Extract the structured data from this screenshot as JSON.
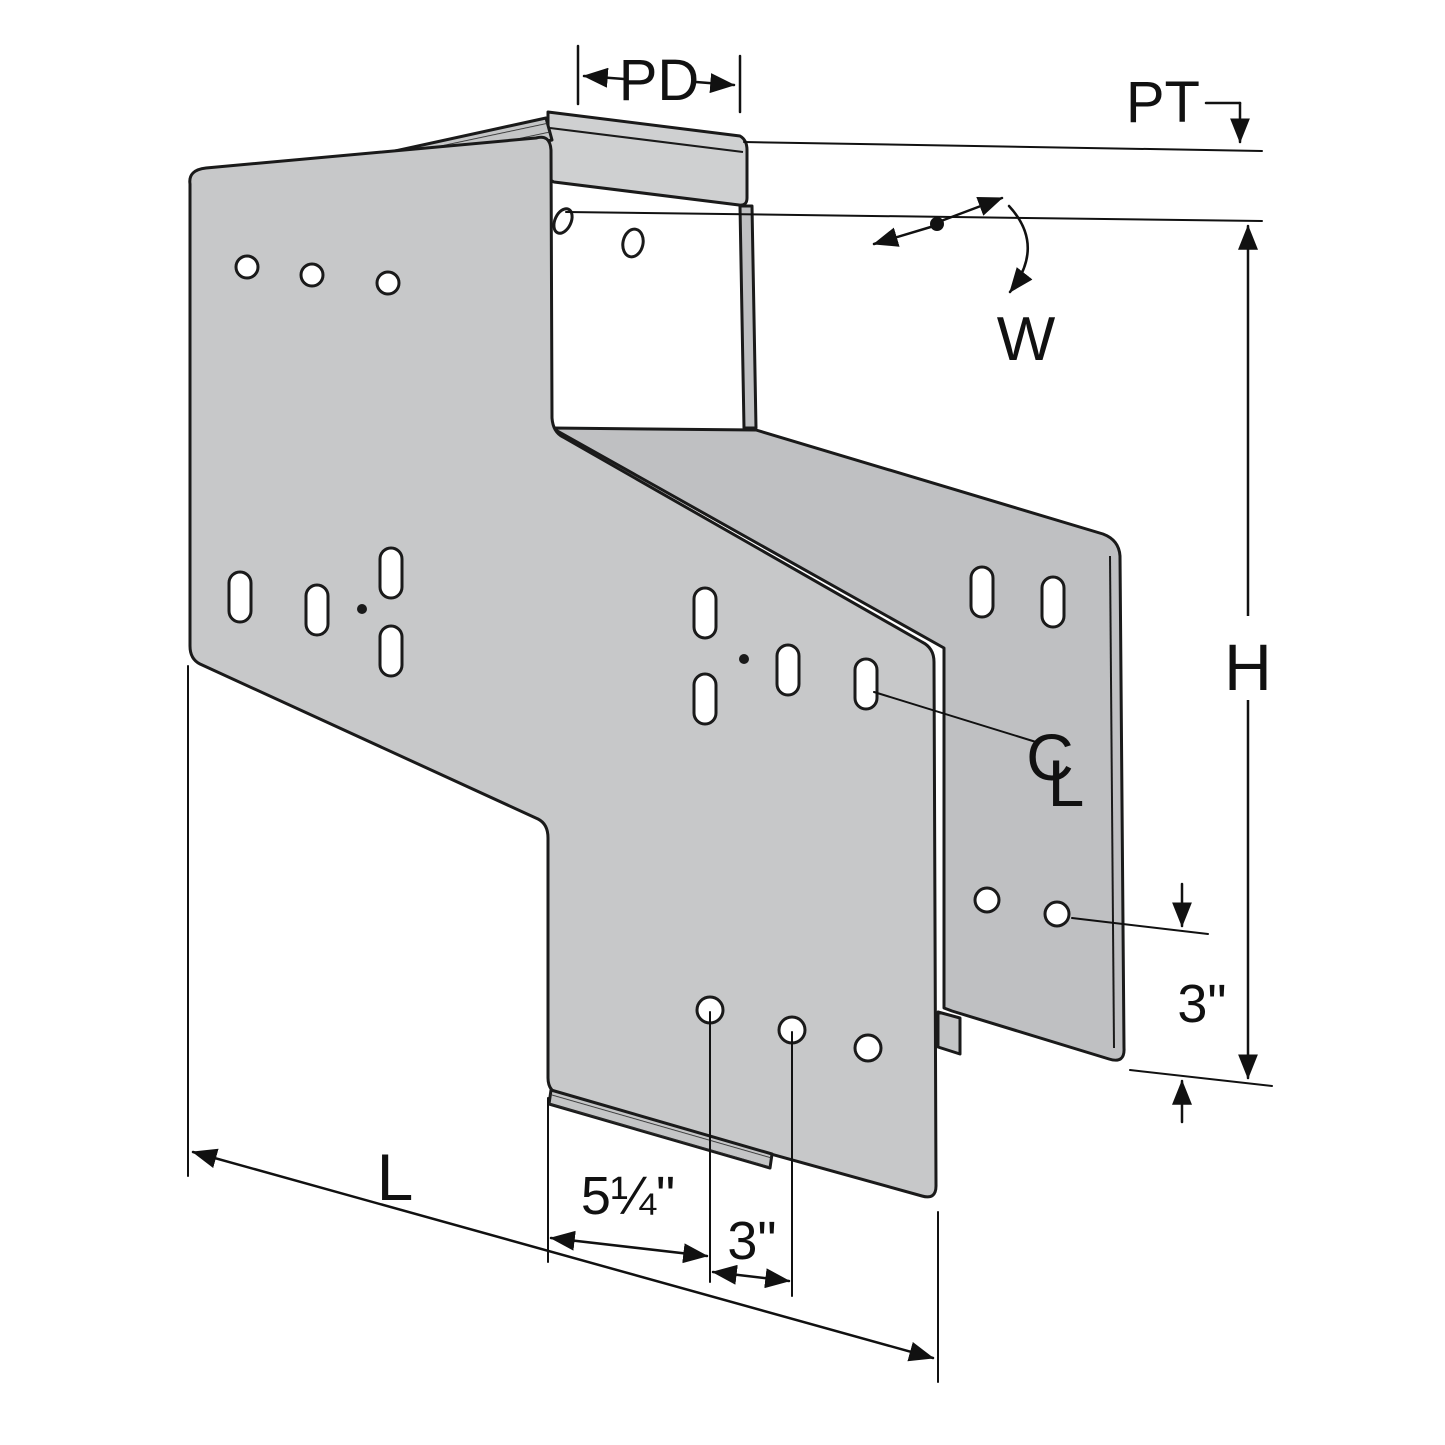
{
  "diagram": {
    "title": "connector-bracket-dimension-drawing",
    "labels": {
      "pd": "PD",
      "pt": "PT",
      "w": "W",
      "h": "H",
      "cl_c": "C",
      "cl_l": "L",
      "offset_right": "3\"",
      "spacing_a": "5¼\"",
      "spacing_b": "3\"",
      "length": "L"
    },
    "colors": {
      "background": "#ffffff",
      "line": "#111111",
      "plate_front": "#c7c8c9",
      "plate_rear": "#bfc0c2",
      "plate_top": "#cfd0d1",
      "weld_band": "#c4c5c6"
    }
  }
}
